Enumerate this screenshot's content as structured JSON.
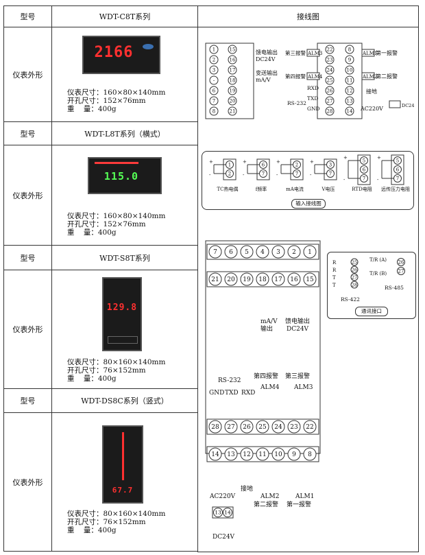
{
  "header": {
    "model_label": "型号",
    "model_name": "WDT-C8T系列",
    "wiring_title": "接线图"
  },
  "rows": [
    {
      "model_label": "型号",
      "model_name": "WDT-L8T系列（横式）"
    },
    {
      "model_label": "型号",
      "model_name": "WDT-S8T系列"
    },
    {
      "model_label": "型号",
      "model_name": "WDT-DS8C系列（竖式）"
    }
  ],
  "appearance_label": "仪表外形",
  "specs": [
    {
      "size": "仪表尺寸：160×80×140mm",
      "cutout": "开孔尺寸：152×76mm",
      "weight": "重    量：400g",
      "display": "2166"
    },
    {
      "size": "仪表尺寸：160×80×140mm",
      "cutout": "开孔尺寸：152×76mm",
      "weight": "重    量：400g",
      "display": "115.0"
    },
    {
      "size": "仪表尺寸：80×160×140mm",
      "cutout": "开孔尺寸：76×152mm",
      "weight": "重    量：400g",
      "display": "129.8"
    },
    {
      "size": "仪表尺寸：80×160×140mm",
      "cutout": "开孔尺寸：76×152mm",
      "weight": "重    量：400g",
      "display": "67.7"
    }
  ],
  "wiring1": {
    "left_pairs": [
      [
        "1",
        "15"
      ],
      [
        "2",
        "16"
      ],
      [
        "3",
        "17"
      ],
      [
        "-",
        "18"
      ],
      [
        "6",
        "19"
      ],
      [
        "7",
        "20"
      ],
      [
        "8",
        "21"
      ]
    ],
    "feed_label": "馈电输出",
    "dc24v": "DC24V",
    "trans_label": "变送输出",
    "ma_v": "mA/V",
    "alm3": "ALM3",
    "alm4": "ALM4",
    "alm1": "ALM1",
    "alm2": "ALM2",
    "third_alarm": "第三报警",
    "fourth_alarm": "第四报警",
    "first_alarm": "第一报警",
    "second_alarm": "第二报警",
    "mid_pairs": [
      [
        "22",
        "8"
      ],
      [
        "23",
        "9"
      ],
      [
        "24",
        "10"
      ],
      [
        "25",
        "11"
      ],
      [
        "26",
        "12"
      ],
      [
        "27",
        "13"
      ],
      [
        "28",
        "14"
      ]
    ],
    "rxd": "RXD",
    "txd": "TXD",
    "gnd": "GND",
    "rs232": "RS-232",
    "ground": "接地",
    "ac220v": "AC220V",
    "dc24": "DC24",
    "pm": [
      "+",
      "-"
    ]
  },
  "inputs": {
    "title": "输入接线图",
    "items": [
      {
        "name": "TC热电偶",
        "terms": [
          "1",
          "2"
        ]
      },
      {
        "name": "f频率",
        "terms": [
          "6",
          "7"
        ]
      },
      {
        "name": "mA电流",
        "terms": [
          "2",
          "7"
        ]
      },
      {
        "name": "V电压",
        "terms": [
          "3",
          "7"
        ]
      },
      {
        "name": "RTD电阻",
        "terms": [
          "5",
          "6",
          "7"
        ]
      },
      {
        "name": "远传压力电阻",
        "terms": [
          "5",
          "6",
          "7"
        ]
      }
    ]
  },
  "comm": {
    "title": "通讯接口",
    "rs422": "RS-422",
    "rs485": "RS-485",
    "rs422_terms": [
      "25",
      "26",
      "27",
      "28"
    ],
    "rs422_letters": [
      "R",
      "R",
      "T",
      "T"
    ],
    "rs485_terms": [
      "26",
      "27"
    ],
    "tr_a": "T/R (A)",
    "tr_b": "T/R (B)"
  },
  "vertical": {
    "top_row": [
      "7",
      "6",
      "5",
      "4",
      "3",
      "2",
      "1"
    ],
    "top_row2": [
      "21",
      "20",
      "19",
      "18",
      "17",
      "16",
      "15"
    ],
    "mav": "mA/V",
    "output": "输出",
    "feed": "馈电输出",
    "dc24v": "DC24V",
    "rs232": "RS-232",
    "fourth": "第四报警",
    "third": "第三报警",
    "alm4": "ALM4",
    "alm3": "ALM3",
    "gnd": "GND",
    "txd": "TXD",
    "rxd": "RXD",
    "row3": [
      "28",
      "27",
      "26",
      "25",
      "24",
      "23",
      "22"
    ],
    "row4": [
      "14",
      "13",
      "12",
      "11",
      "10",
      "9",
      "8"
    ],
    "ground": "接地",
    "ac220v": "AC220V",
    "alm2": "ALM2",
    "alm1": "ALM1",
    "second": "第二报警",
    "first": "第一报警",
    "dc_terms": [
      "13",
      "14"
    ],
    "dc24v_b": "DC24V"
  }
}
